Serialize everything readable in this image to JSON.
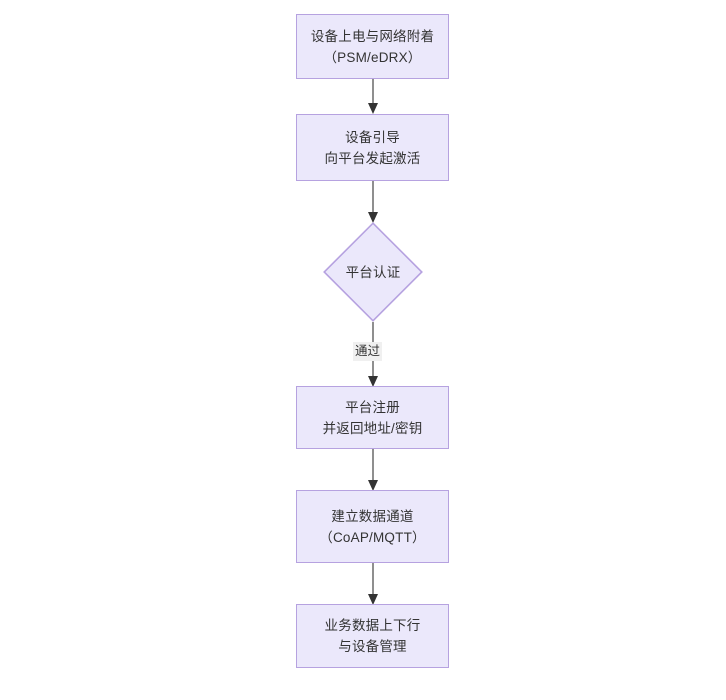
{
  "diagram": {
    "type": "flowchart",
    "orientation": "top-to-bottom",
    "background_color": "#ffffff",
    "node_fill_color": "#ebe8fb",
    "node_border_color": "#b6a2e0",
    "text_color": "#333333",
    "edge_color": "#333333",
    "edge_label_background": "#f0f0f0",
    "nodes": [
      {
        "id": "power-on",
        "shape": "rectangle",
        "line1": "设备上电与网络附着",
        "line2": "（PSM/eDRX）"
      },
      {
        "id": "bootstrap",
        "shape": "rectangle",
        "line1": "设备引导",
        "line2": "向平台发起激活"
      },
      {
        "id": "platform-auth",
        "shape": "diamond",
        "line1": "平台认证",
        "line2": ""
      },
      {
        "id": "platform-register",
        "shape": "rectangle",
        "line1": "平台注册",
        "line2": "并返回地址/密钥"
      },
      {
        "id": "data-channel",
        "shape": "rectangle",
        "line1": "建立数据通道",
        "line2": "（CoAP/MQTT）"
      },
      {
        "id": "business-data",
        "shape": "rectangle",
        "line1": "业务数据上下行",
        "line2": "与设备管理"
      }
    ],
    "edges": [
      {
        "id": "e1",
        "from": "power-on",
        "to": "bootstrap",
        "label": ""
      },
      {
        "id": "e2",
        "from": "bootstrap",
        "to": "platform-auth",
        "label": ""
      },
      {
        "id": "e3",
        "from": "platform-auth",
        "to": "platform-register",
        "label": "通过"
      },
      {
        "id": "e4",
        "from": "platform-register",
        "to": "data-channel",
        "label": ""
      },
      {
        "id": "e5",
        "from": "data-channel",
        "to": "business-data",
        "label": ""
      }
    ]
  }
}
